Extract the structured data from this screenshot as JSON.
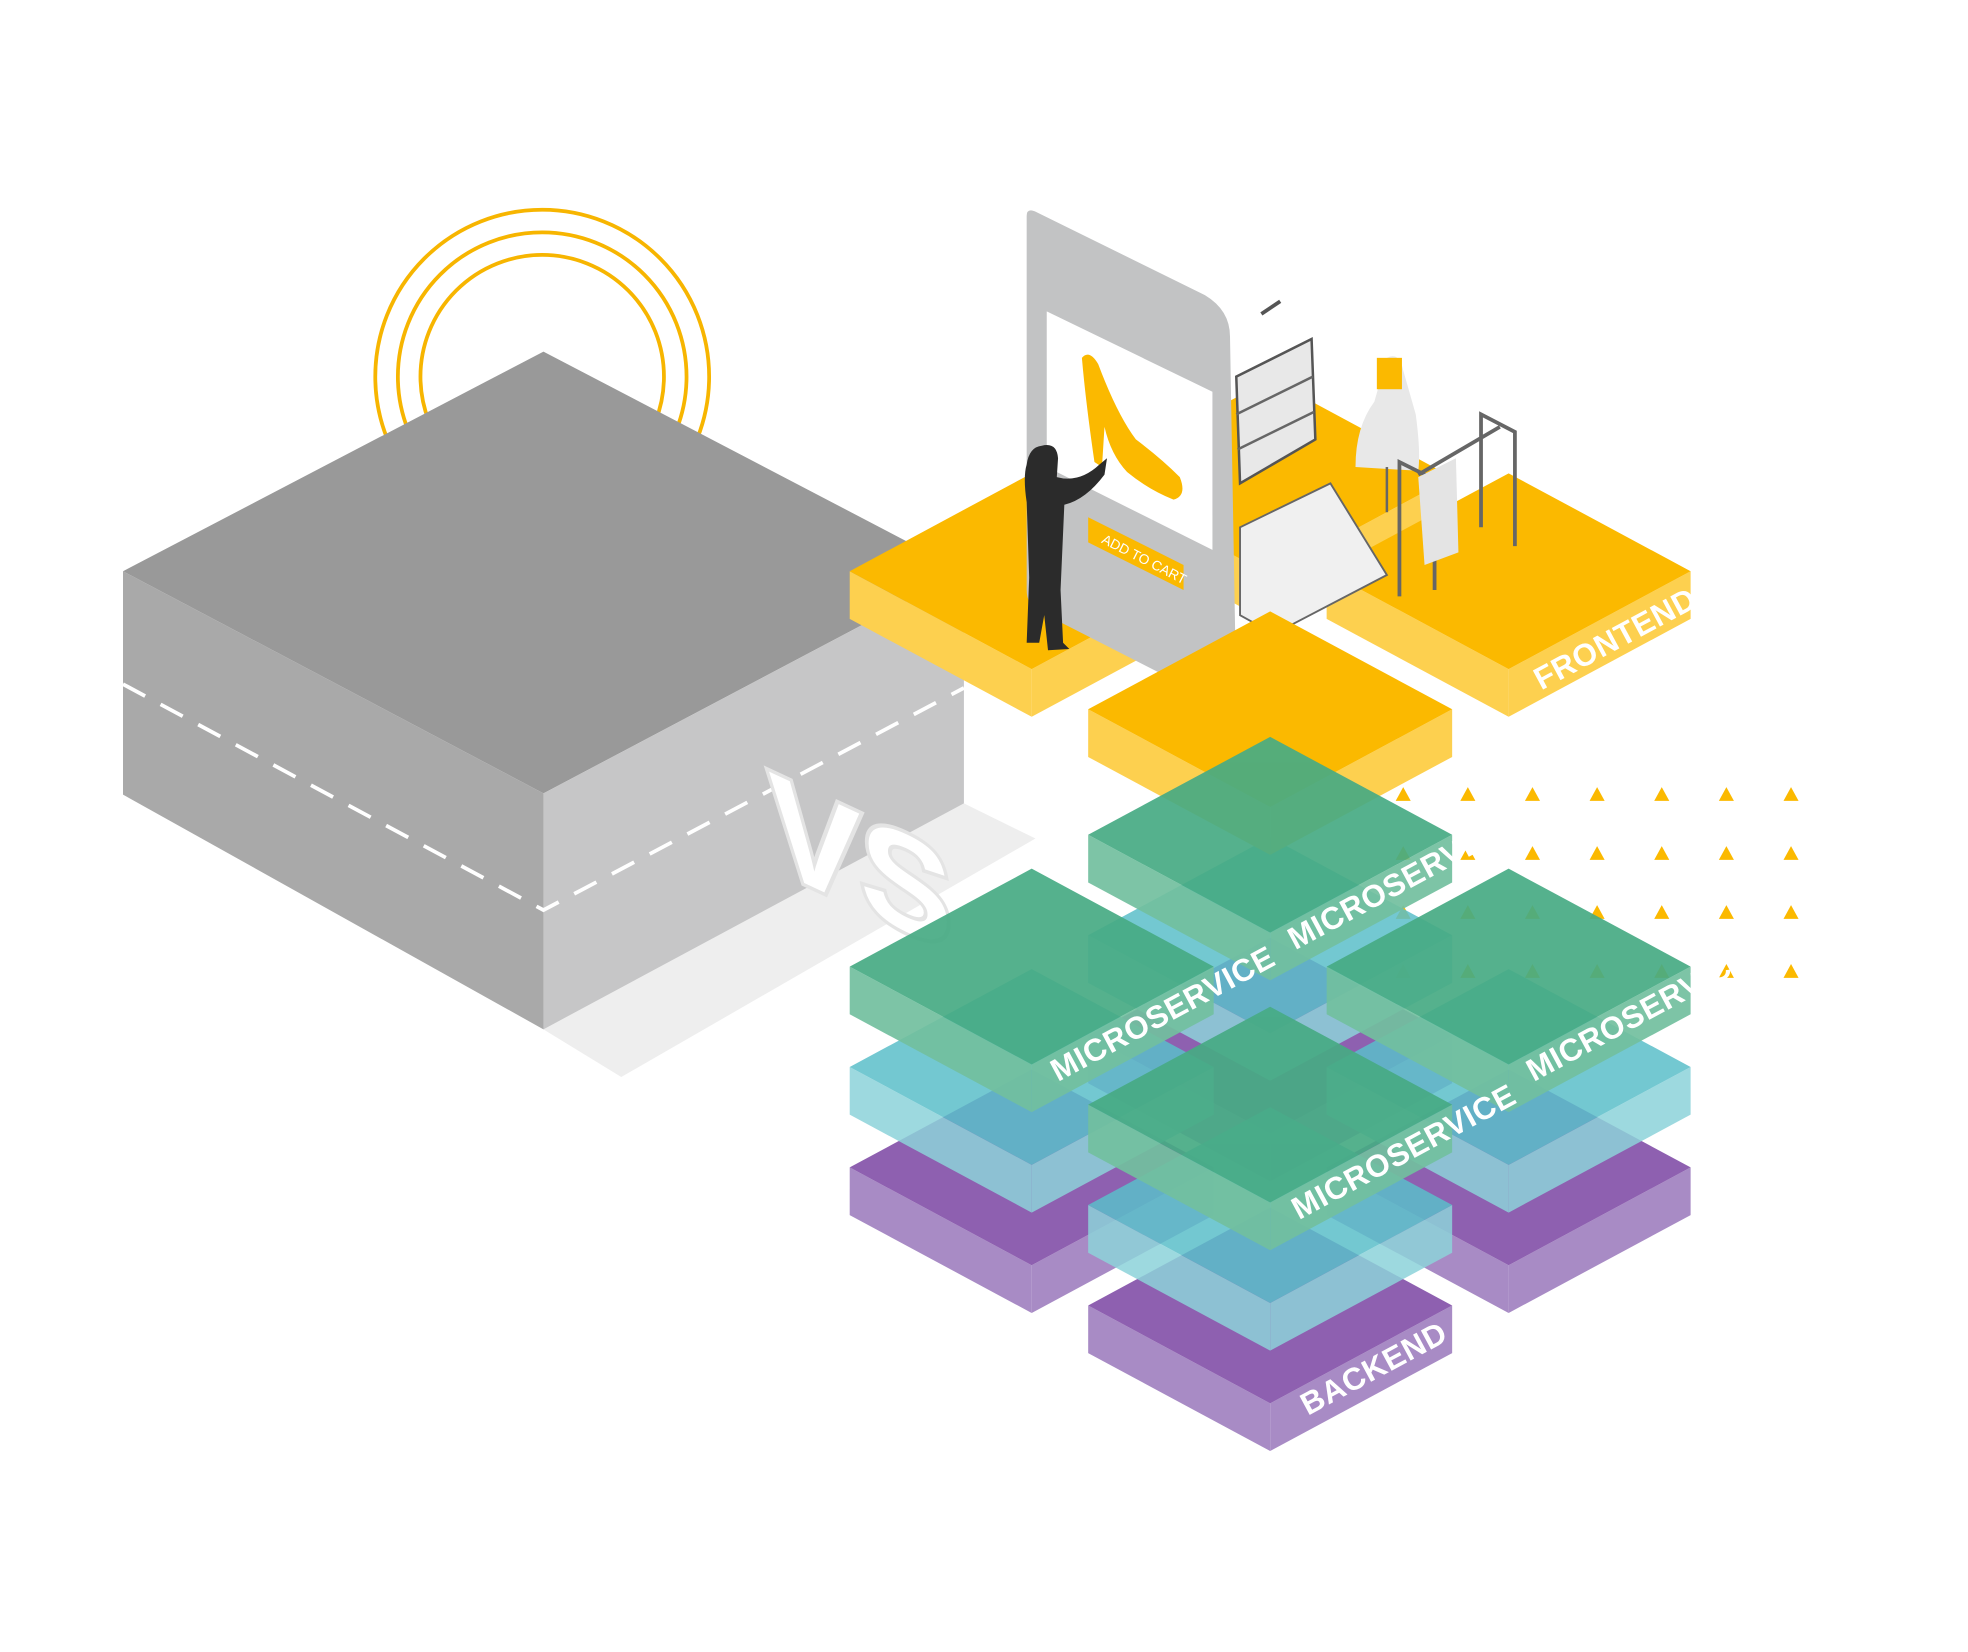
{
  "labels": {
    "frontend": "FRONTEND",
    "microservice_top": "MICROSERVICE",
    "microservice_left": "MICROSERVICE",
    "microservice_right": "MICROSERVICE",
    "microservice_bottom": "MICROSERVICE",
    "backend": "BACKEND",
    "vs": "VS",
    "add_to_cart": "ADD TO CART"
  },
  "colors": {
    "accent_yellow": "#fbb900",
    "microservice_green": "#47ab84",
    "layer_cyan": "#5bbfca",
    "backend_purple": "#8e60b0",
    "monolith_gray": "#999999"
  }
}
